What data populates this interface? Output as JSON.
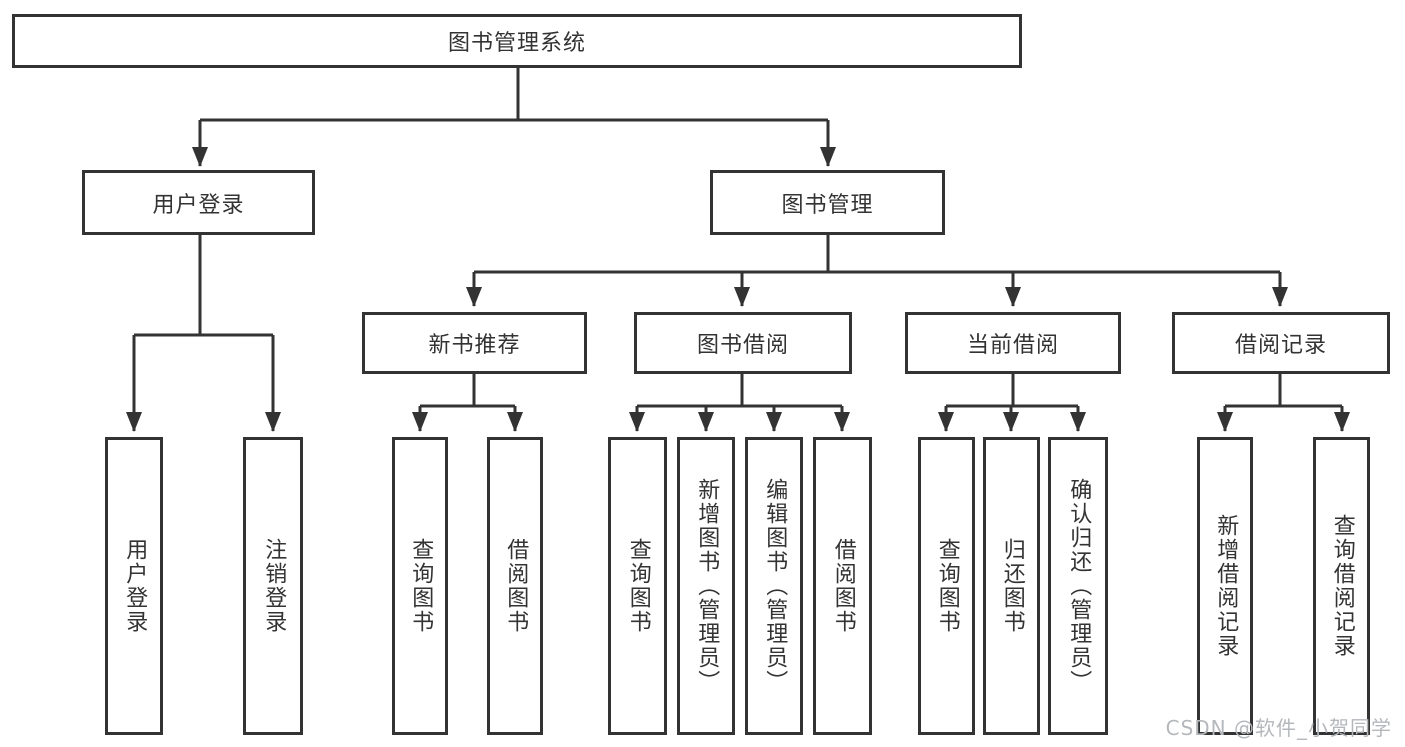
{
  "diagram": {
    "type": "tree",
    "root": "图书管理系统",
    "branches": [
      {
        "label": "用户登录",
        "children": [
          "用户登录",
          "注销登录"
        ]
      },
      {
        "label": "图书管理",
        "children": [
          {
            "label": "新书推荐",
            "children": [
              "查询图书",
              "借阅图书"
            ]
          },
          {
            "label": "图书借阅",
            "children": [
              "查询图书",
              "新增图书（管理员）",
              "编辑图书（管理员）",
              "借阅图书"
            ]
          },
          {
            "label": "当前借阅",
            "children": [
              "查询图书",
              "归还图书",
              "确认归还（管理员）"
            ]
          },
          {
            "label": "借阅记录",
            "children": [
              "新增借阅记录",
              "查询借阅记录"
            ]
          }
        ]
      }
    ]
  },
  "watermark": {
    "text": "CSDN @软件_小贺同学",
    "color": "#b4b8bc"
  },
  "colors": {
    "line": "#333333",
    "text": "#333333",
    "background": "#ffffff"
  }
}
